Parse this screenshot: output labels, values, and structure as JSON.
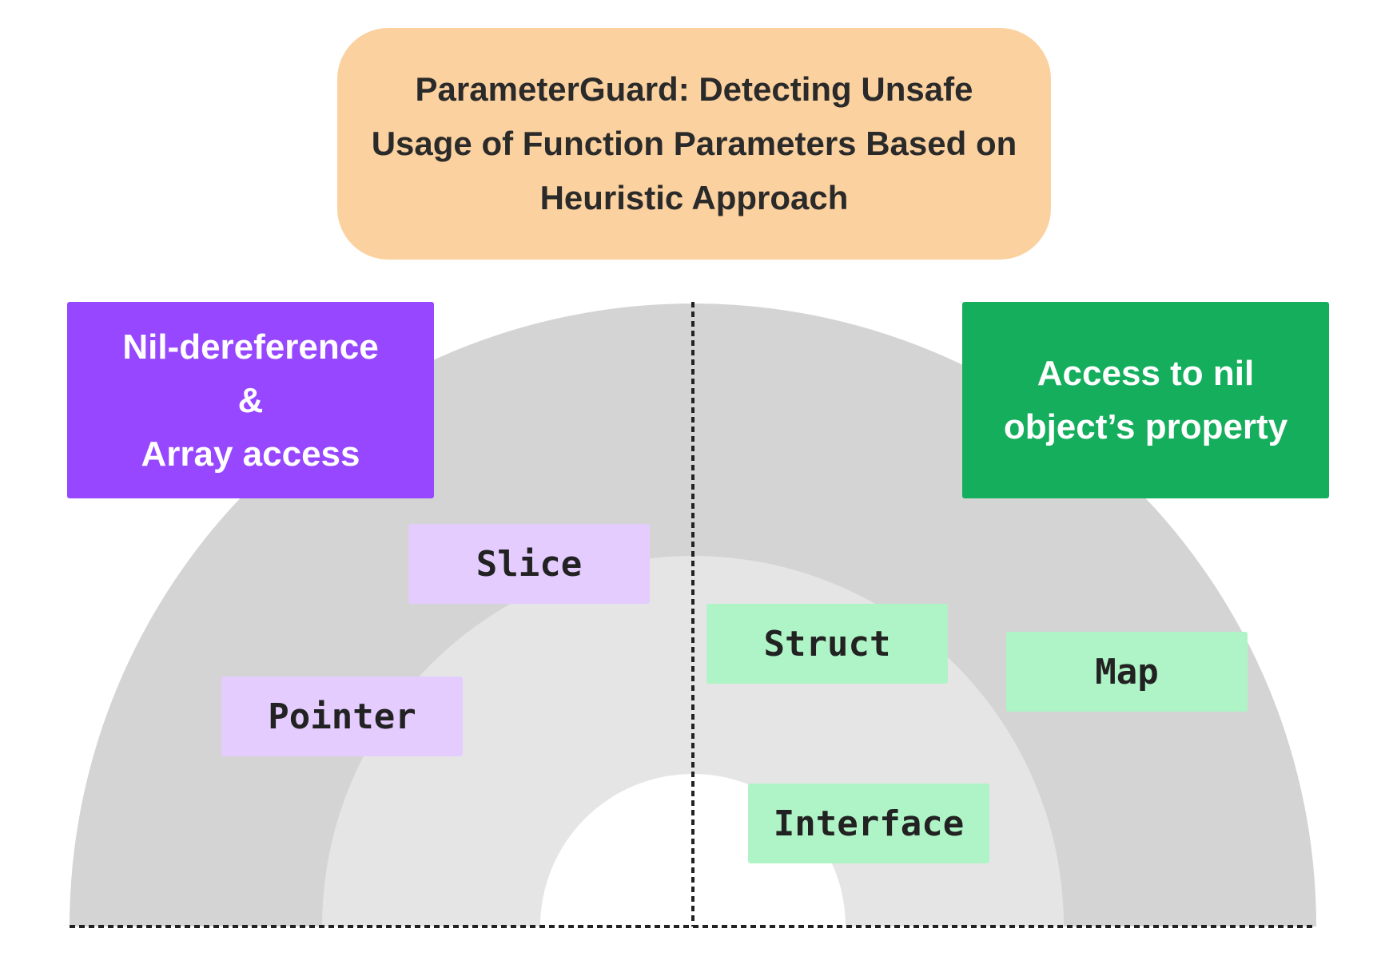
{
  "title": {
    "lines": [
      "ParameterGuard: Detecting Unsafe",
      "Usage of Function Parameters Based on",
      "Heuristic Approach"
    ]
  },
  "categories": {
    "nil_dereference": {
      "lines": [
        "Nil-dereference",
        "&",
        "Array access"
      ],
      "color": "#9747ff"
    },
    "access_nil_property": {
      "lines": [
        "Access to nil",
        "object’s property"
      ],
      "color": "#14ae5c"
    }
  },
  "types": {
    "slice": "Slice",
    "pointer": "Pointer",
    "struct": "Struct",
    "map": "Map",
    "interface": "Interface"
  },
  "colors": {
    "outer_ring": "#d4d4d4",
    "inner_ring": "#e5e5e5",
    "title_bg": "#fbd19f",
    "purple_tag": "#e4ccff",
    "green_tag": "#aff4c6"
  }
}
